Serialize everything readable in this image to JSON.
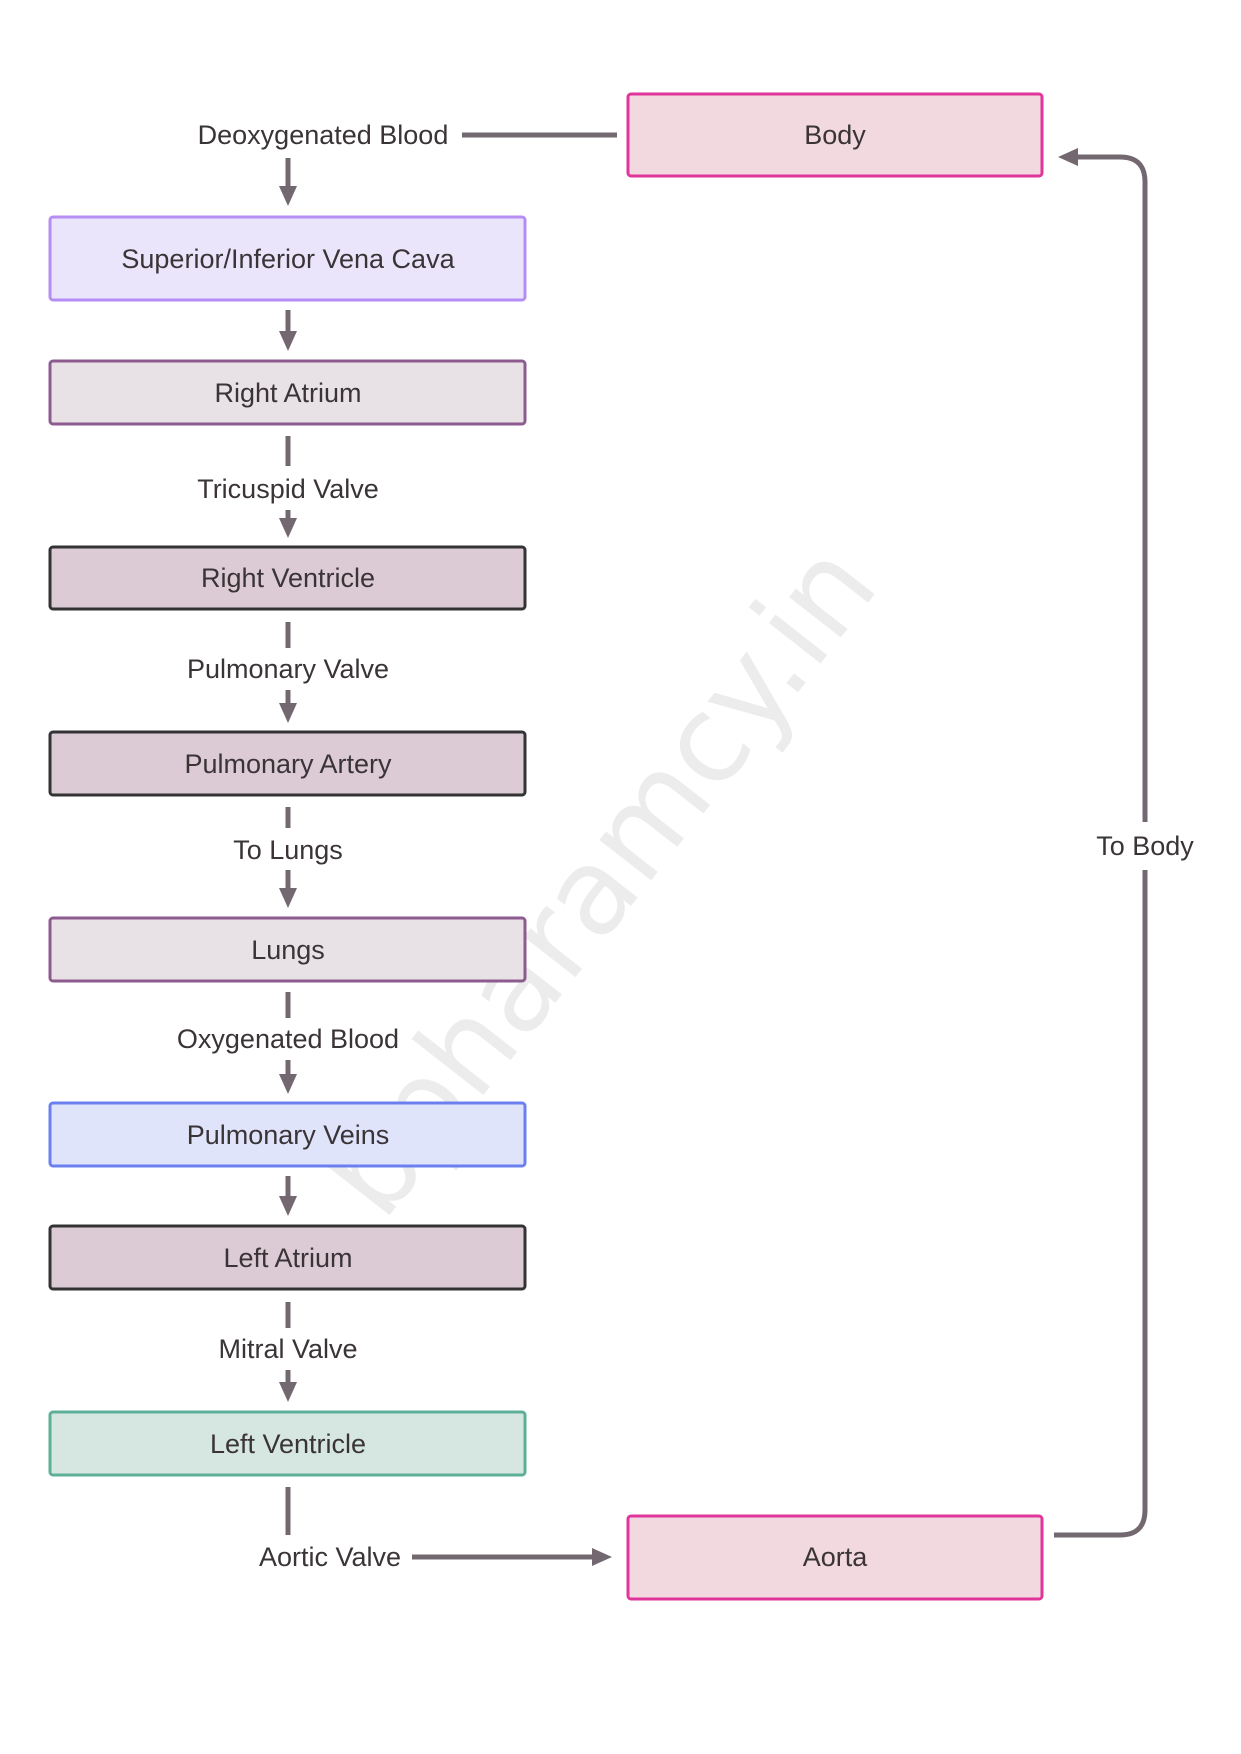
{
  "nodes": {
    "body": "Body",
    "vena_cava": "Superior/Inferior Vena Cava",
    "right_atrium": "Right Atrium",
    "right_ventricle": "Right Ventricle",
    "pulmonary_artery": "Pulmonary Artery",
    "lungs": "Lungs",
    "pulmonary_veins": "Pulmonary Veins",
    "left_atrium": "Left Atrium",
    "left_ventricle": "Left Ventricle",
    "aorta": "Aorta"
  },
  "edges": {
    "deoxygenated": "Deoxygenated Blood",
    "tricuspid": "Tricuspid Valve",
    "pulmonary_valve": "Pulmonary Valve",
    "to_lungs": "To Lungs",
    "oxygenated": "Oxygenated Blood",
    "mitral": "Mitral Valve",
    "aortic": "Aortic Valve",
    "to_body": "To Body"
  },
  "watermark": "bpharamcy.in",
  "colors": {
    "arrow": "#736870",
    "body_fill": "#f2d9e0",
    "body_border": "#e0359a",
    "vena_fill": "#ebe5fc",
    "vena_border": "#b58df5",
    "atrium_fill": "#e8e1e5",
    "atrium_border": "#8e5b90",
    "dark_fill": "#dccbd4",
    "dark_border": "#333333",
    "veins_fill": "#dfe4fb",
    "veins_border": "#6b7ff0",
    "lv_fill": "#d6e7e2",
    "lv_border": "#5daf98"
  }
}
